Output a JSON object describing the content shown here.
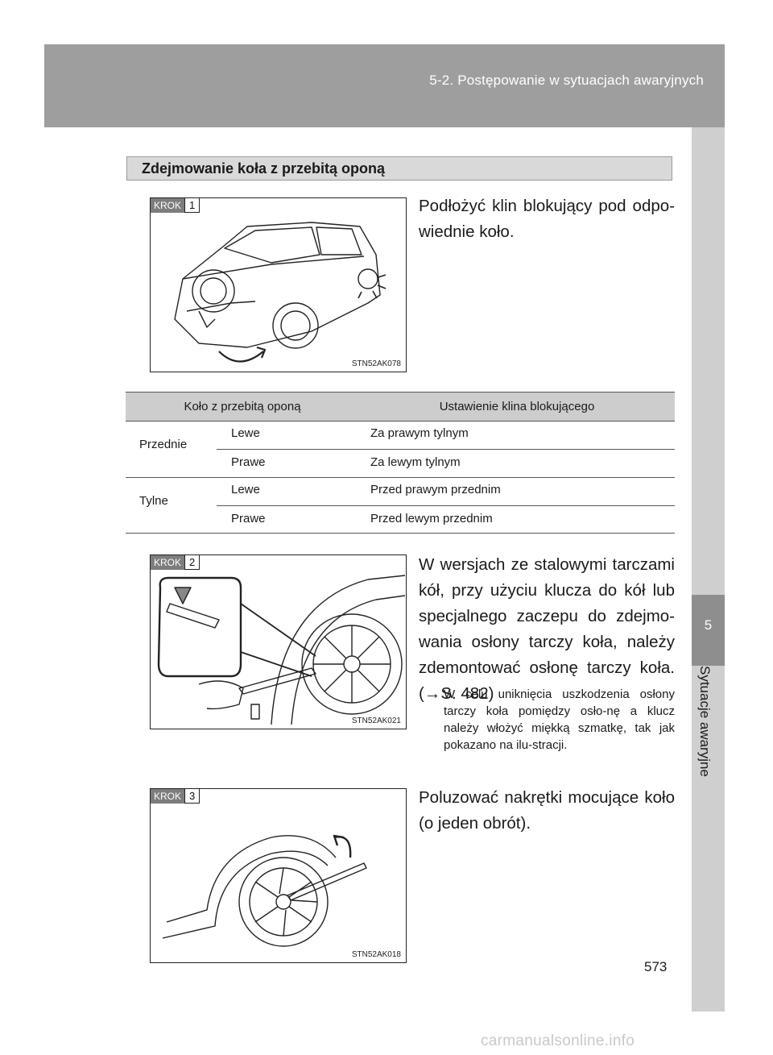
{
  "header": {
    "section": "5-2. Postępowanie w sytuacjach awaryjnych"
  },
  "side_tab": {
    "number": "5",
    "label": "Sytuacje awaryjne"
  },
  "heading": "Zdejmowanie koła z przebitą oponą",
  "steps": [
    {
      "krok_label": "KROK",
      "krok_number": "1",
      "figure_code": "STN52AK078",
      "text": "Podłożyć klin blokujący pod odpo-wiednie koło."
    },
    {
      "krok_label": "KROK",
      "krok_number": "2",
      "figure_code": "STN52AK021",
      "text": "W wersjach ze stalowymi tarczami kół, przy użyciu klucza do kół lub specjalnego zaczepu do zdejmo-wania osłony tarczy koła, należy zdemontować osłonę tarczy koła. (→S. 482)",
      "note": "W celu uniknięcia uszkodzenia osłony tarczy koła pomiędzy osło-nę a klucz należy włożyć miękką szmatkę, tak jak pokazano na ilu-stracji."
    },
    {
      "krok_label": "KROK",
      "krok_number": "3",
      "figure_code": "STN52AK018",
      "text": "Poluzować nakrętki mocujące koło (o jeden obrót)."
    }
  ],
  "table": {
    "headers": [
      "Koło z przebitą oponą",
      "Ustawienie klina blokującego"
    ],
    "groups": [
      {
        "wheel": "Przednie",
        "rows": [
          {
            "side": "Lewe",
            "position": "Za prawym tylnym"
          },
          {
            "side": "Prawe",
            "position": "Za lewym tylnym"
          }
        ]
      },
      {
        "wheel": "Tylne",
        "rows": [
          {
            "side": "Lewe",
            "position": "Przed prawym przednim"
          },
          {
            "side": "Prawe",
            "position": "Przed lewym przednim"
          }
        ]
      }
    ]
  },
  "page_number": "573",
  "watermark": "carmanualsonline.info"
}
